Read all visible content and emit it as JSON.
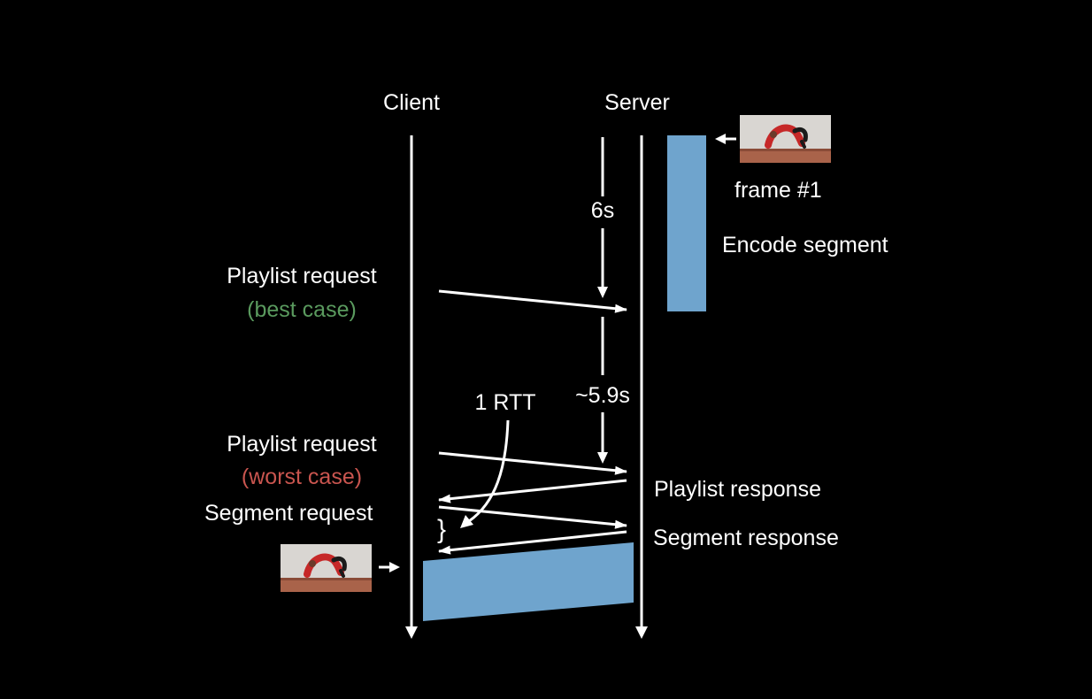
{
  "diagram": {
    "client_label": "Client",
    "server_label": "Server",
    "frame_label": "frame #1",
    "encode_label": "Encode segment",
    "interval_6s": "6s",
    "interval_5_9s": "~5.9s",
    "rtt_label": "1 RTT",
    "playlist_request_label": "Playlist request",
    "best_case_label": "(best case)",
    "worst_case_label": "(worst case)",
    "segment_request_label": "Segment request",
    "playlist_response_label": "Playlist response",
    "segment_response_label": "Segment response",
    "bracket_glyph": "}"
  },
  "colors": {
    "background": "#000000",
    "line": "#ffffff",
    "segment_fill": "#6fa4cd",
    "best_case": "#5a9a5e",
    "worst_case": "#c9554f"
  },
  "icons": [
    "frame-thumbnail-icon",
    "arrow-left-icon",
    "arrow-right-icon"
  ]
}
